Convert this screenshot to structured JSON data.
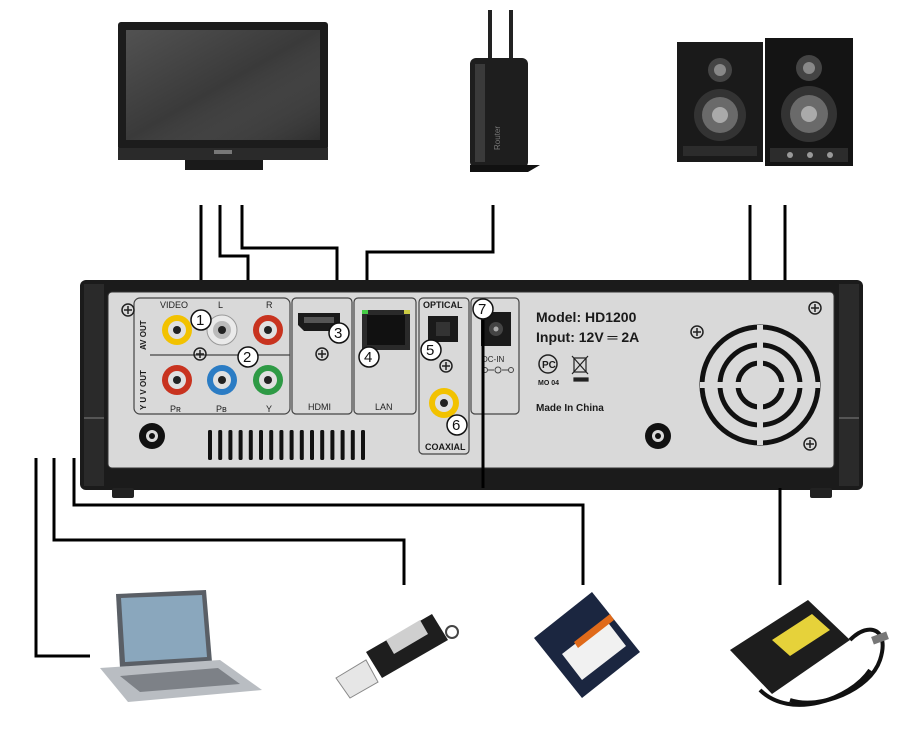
{
  "panel": {
    "model": "Model: HD1200",
    "input": "Input: 12V ═ 2A",
    "made_in": "Made In China",
    "cert": "MO 04"
  },
  "port_labels": {
    "video": "VIDEO",
    "l": "L",
    "r": "R",
    "av_out": "AV OUT",
    "yuv_out": "Y U V OUT",
    "pr": "Pʀ",
    "pb": "Pʙ",
    "y": "Y",
    "hdmi": "HDMI",
    "lan": "LAN",
    "optical": "OPTICAL",
    "coaxial": "COAXIAL",
    "dcin": "DC-IN"
  },
  "callouts": [
    "1",
    "2",
    "3",
    "4",
    "5",
    "6",
    "7"
  ],
  "devices": {
    "router_brand": "Router"
  },
  "colors": {
    "panel_bg": "#d9d9d9",
    "chassis": "#1b1b1b",
    "yellow": "#f2c200",
    "white_jack": "#eaeaea",
    "red": "#c8331f",
    "blue": "#2b7cc4",
    "green": "#2e9a45"
  }
}
